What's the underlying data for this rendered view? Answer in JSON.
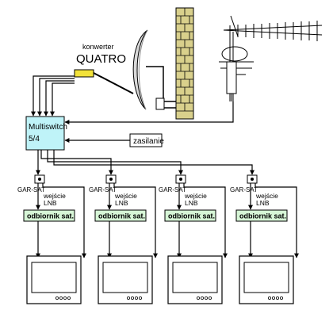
{
  "converter": {
    "caption": "konwerter",
    "name": "QUATRO"
  },
  "multiswitch": {
    "line1": "Multiswitch",
    "line2": "5/4"
  },
  "power": {
    "label": "zasilanie"
  },
  "branches": [
    {
      "splitter_label": "GAR-SAT",
      "input_label_1": "wejście",
      "input_label_2": "LNB",
      "receiver_label": "odbiornik sat."
    },
    {
      "splitter_label": "GAR-SAT",
      "input_label_1": "wejście",
      "input_label_2": "LNB",
      "receiver_label": "odbiornik sat."
    },
    {
      "splitter_label": "GAR-SAT",
      "input_label_1": "wejście",
      "input_label_2": "LNB",
      "receiver_label": "odbiornik sat."
    },
    {
      "splitter_label": "GAR-SAT",
      "input_label_1": "wejście",
      "input_label_2": "LNB",
      "receiver_label": "odbiornik sat."
    }
  ],
  "colors": {
    "multiswitch_fill": "#bff3f8",
    "receiver_fill": "#d6f5d6",
    "lnb_fill": "#f2e23a",
    "wall_fill": "#d9d08c",
    "screen_fill": "#ffffff"
  }
}
